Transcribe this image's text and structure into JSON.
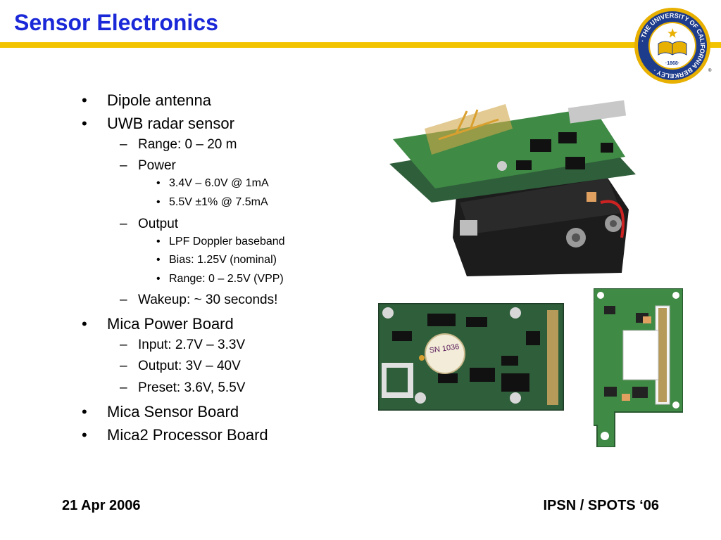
{
  "slide": {
    "title": "Sensor Electronics",
    "footer_left": "21 Apr 2006",
    "footer_right": "IPSN / SPOTS ‘06"
  },
  "logo": {
    "name": "uc-berkeley-seal",
    "ring_text": "THE UNIVERSITY OF CALIFORNIA BERKELEY",
    "year": "1868",
    "trademark": "®"
  },
  "bullets": [
    {
      "level": 1,
      "text": "Dipole antenna"
    },
    {
      "level": 1,
      "text": "UWB radar sensor"
    },
    {
      "level": 2,
      "text": "Range: 0 – 20 m"
    },
    {
      "level": 2,
      "text": "Power"
    },
    {
      "level": 3,
      "text": "3.4V – 6.0V @ 1mA"
    },
    {
      "level": 3,
      "text": "5.5V ±1% @ 7.5mA"
    },
    {
      "level": 2,
      "text": "Output"
    },
    {
      "level": 3,
      "text": "LPF Doppler baseband"
    },
    {
      "level": 3,
      "text": "Bias: 1.25V (nominal)"
    },
    {
      "level": 3,
      "text": "Range: 0 – 2.5V (VPP)"
    },
    {
      "level": 2,
      "text": "Wakeup: ~ 30 seconds!"
    },
    {
      "level": 1,
      "text": "Mica Power Board"
    },
    {
      "level": 2,
      "text": "Input: 2.7V – 3.3V"
    },
    {
      "level": 2,
      "text": "Output: 3V – 40V"
    },
    {
      "level": 2,
      "text": "Preset: 3.6V, 5.5V"
    },
    {
      "level": 1,
      "text": "Mica Sensor Board"
    },
    {
      "level": 1,
      "text": "Mica2 Processor Board"
    }
  ],
  "photos": [
    {
      "name": "uwb-radar-stack-photo"
    },
    {
      "name": "mica-sensor-board-photo",
      "label": "SN 1036"
    },
    {
      "name": "mica-power-board-photo"
    }
  ],
  "colors": {
    "title": "#1a28d8",
    "rule": "#f2c400",
    "seal_gold": "#e8b000",
    "seal_blue": "#1e3c8c",
    "pcb_green": "#2f5e3a",
    "pcb_light_green": "#3f8a45"
  }
}
